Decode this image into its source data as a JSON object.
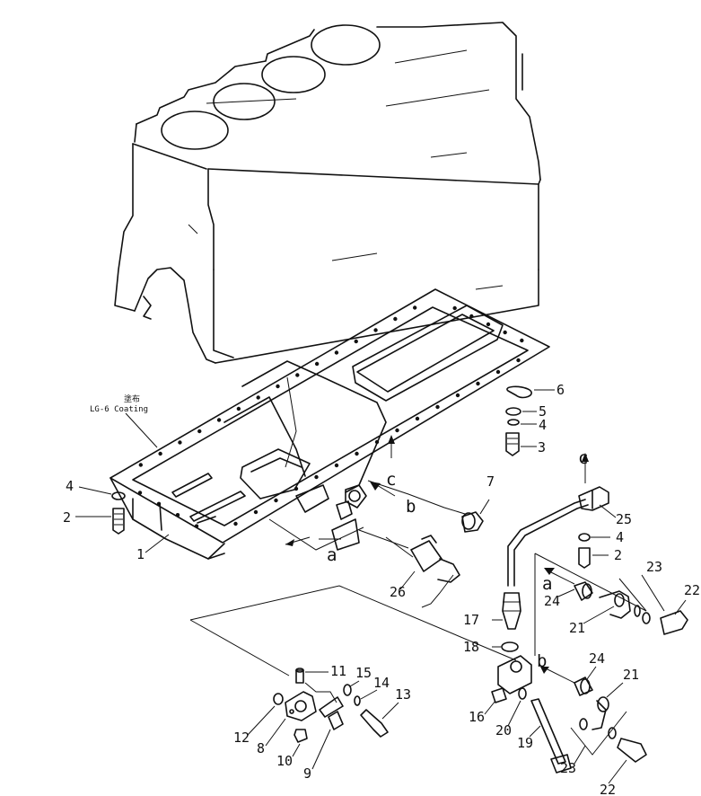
{
  "annotation": {
    "jp": "塗布",
    "text": "LG-6 Coating"
  },
  "parts": [
    "1",
    "2",
    "3",
    "4",
    "5",
    "6",
    "7",
    "8",
    "9",
    "10",
    "11",
    "12",
    "13",
    "14",
    "15",
    "16",
    "17",
    "18",
    "19",
    "20",
    "21",
    "22",
    "23",
    "24",
    "25",
    "26"
  ],
  "callouts": [
    "a",
    "b",
    "c"
  ],
  "label_positions_note": "",
  "labels": {
    "p1": "1",
    "p2_left": "2",
    "p2_right": "2",
    "p3": "3",
    "p4_left": "4",
    "p4_right": "4",
    "p4_b": "4",
    "p5": "5",
    "p6": "6",
    "p7": "7",
    "p8": "8",
    "p9": "9",
    "p10": "10",
    "p11": "11",
    "p12": "12",
    "p13": "13",
    "p14": "14",
    "p15": "15",
    "p16": "16",
    "p17": "17",
    "p18": "18",
    "p19": "19",
    "p20": "20",
    "p21_top": "21",
    "p21_bot": "21",
    "p22_top": "22",
    "p22_bot": "22",
    "p23_top": "23",
    "p23_bot": "23",
    "p24_top": "24",
    "p24_bot": "24",
    "p25": "25",
    "p26": "26",
    "a_left": "a",
    "a_right": "a",
    "b_left": "b",
    "b_right": "b",
    "c_left": "c",
    "c_right": "c"
  }
}
